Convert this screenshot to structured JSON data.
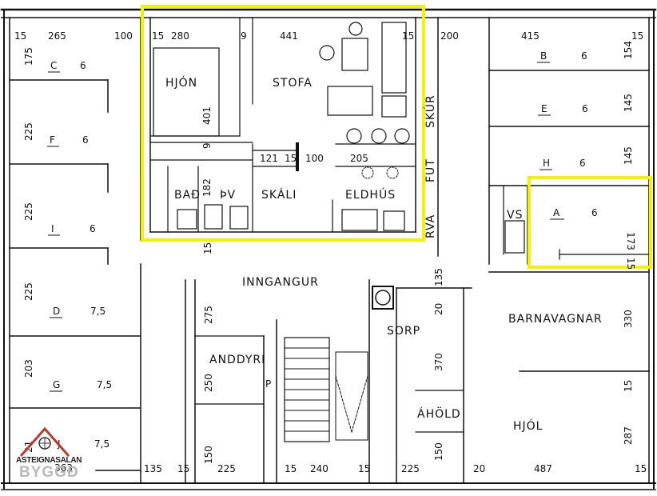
{
  "plan": {
    "rooms": {
      "hjon": "HJÓN",
      "stofa": "STOFA",
      "bad": "BAÐ",
      "pv": "ÞV",
      "skali": "SKÁLI",
      "eldhus": "ELDHÚS",
      "inngangur": "INNGANGUR",
      "anddyri": "ANDDYRI",
      "sorp": "SORP",
      "barnavagnar": "BARNAVAGNAR",
      "ahold": "ÁHÖLD",
      "hjol": "HJÓL",
      "vs": "VS",
      "skur": "SKÚR",
      "fut": "FUT",
      "rva": "RVA",
      "p": "P"
    },
    "storage": [
      {
        "letter": "C",
        "size": "6"
      },
      {
        "letter": "F",
        "size": "6"
      },
      {
        "letter": "I",
        "size": "6"
      },
      {
        "letter": "D",
        "size": "7,5"
      },
      {
        "letter": "G",
        "size": "7,5"
      },
      {
        "letter": "J",
        "size": "7,5"
      },
      {
        "letter": "B",
        "size": "6"
      },
      {
        "letter": "E",
        "size": "6"
      },
      {
        "letter": "H",
        "size": "6"
      },
      {
        "letter": "A",
        "size": "6"
      }
    ],
    "dimensions": {
      "d15a": "15",
      "d265": "265",
      "d100a": "100",
      "d15b": "15",
      "d280": "280",
      "d9": "9",
      "d441": "441",
      "d15c": "15",
      "d200": "200",
      "d415": "415",
      "d15d": "15",
      "d175": "175",
      "d154": "154",
      "d225a": "225",
      "d145a": "145",
      "d145b": "145",
      "d401": "401",
      "d9b": "9",
      "d121": "121",
      "d15e": "15",
      "d100b": "100",
      "d205": "205",
      "d182": "182",
      "d225b": "225",
      "d173": "173",
      "d15f": "15",
      "d15g": "15",
      "d135a": "135",
      "d225c": "225",
      "d275": "275",
      "d20": "20",
      "d330": "330",
      "d370": "370",
      "d203": "203",
      "d250": "250",
      "d15h": "15",
      "d150a": "150",
      "d150b": "150",
      "d287": "287",
      "d21": "21",
      "d363": "363",
      "d135b": "135",
      "d15i": "15",
      "d225d": "225",
      "d15j": "15",
      "d240": "240",
      "d15k": "15",
      "d225e": "225",
      "d20b": "20",
      "d487": "487",
      "d15l": "15"
    },
    "highlight_color": "#f3f00c"
  },
  "logo": {
    "top_text": "ASTEIGNASALAN",
    "bottom_text": "BYGGÐ"
  }
}
